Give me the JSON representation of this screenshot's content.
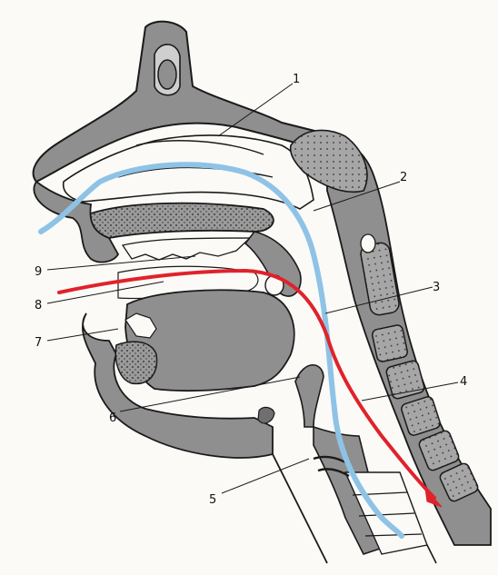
{
  "labels": {
    "n1": "1",
    "n2": "2",
    "n3": "3",
    "n4": "4",
    "n5": "5",
    "n6": "6",
    "n7": "7",
    "n8": "8",
    "n9": "9"
  },
  "colors": {
    "tissue": "#8f8f8f",
    "tissue_dark": "#6f6f6f",
    "outline": "#1a1a1a",
    "air_path": "#8ec3e6",
    "food_path": "#e0222b",
    "paper": "#fbfaf7",
    "bone": "#cfcfcf"
  }
}
